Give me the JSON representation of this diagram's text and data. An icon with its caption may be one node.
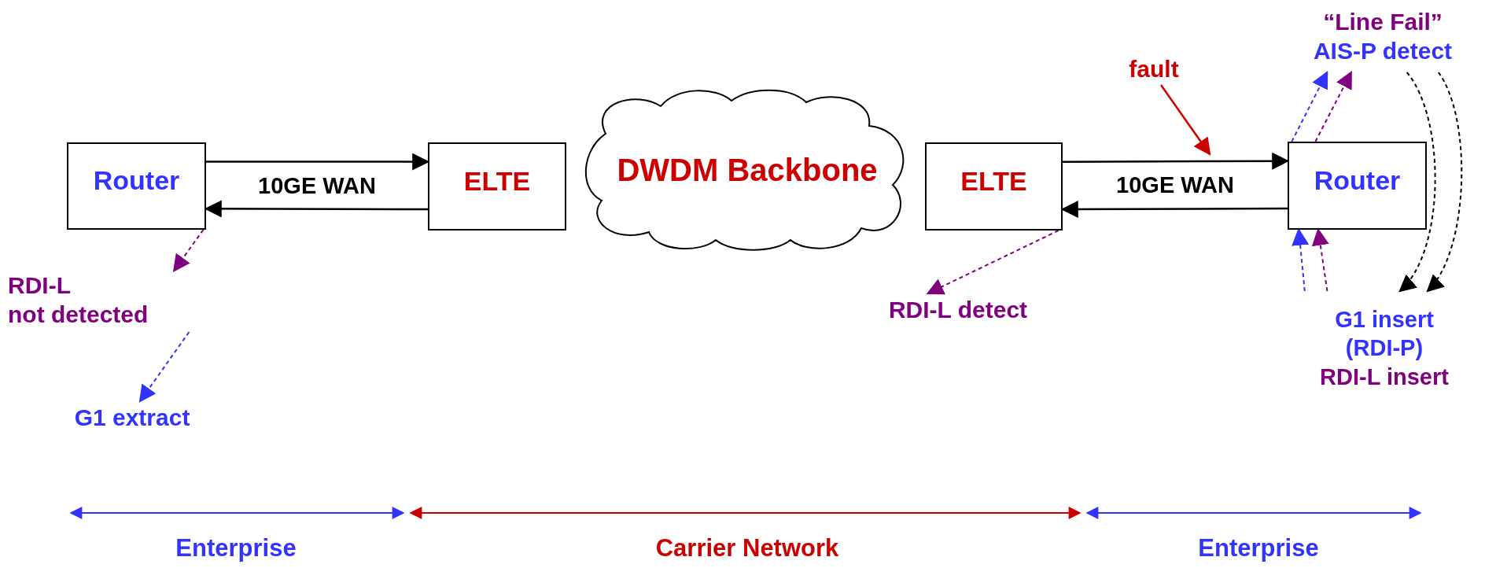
{
  "diagram": {
    "nodes": [
      {
        "text": [
          "Router"
        ]
      },
      {
        "text": [
          "ELTE"
        ]
      },
      {
        "text": [
          "DWDM Backbone"
        ]
      },
      {
        "text": [
          "ELTE"
        ]
      },
      {
        "text": [
          "Router"
        ]
      },
      {
        "text": [
          "fault"
        ]
      },
      {
        "text": [
          "RDI-L",
          "not detected"
        ]
      },
      {
        "text": [
          "G1 extract"
        ]
      },
      {
        "text": [
          "RDI-L detect"
        ]
      },
      {
        "text": [
          "“Line Fail”",
          "AIS-P detect"
        ]
      },
      {
        "text": [
          "G1 insert (RDI-P)",
          "RDI-L insert"
        ]
      }
    ],
    "edges": [
      {
        "from": 0,
        "to": 1,
        "arrow": "to",
        "label": "10GE WAN"
      },
      {
        "from": 1,
        "to": 0,
        "arrow": "to"
      },
      {
        "from": 3,
        "to": 4,
        "arrow": "to",
        "label": "10GE WAN"
      },
      {
        "from": 4,
        "to": 3,
        "arrow": "to"
      },
      {
        "from": 5,
        "to": null,
        "arrow": "to",
        "color": "#cc0000"
      },
      {
        "from": 0,
        "to": 6,
        "arrow": "to",
        "style": "dashed",
        "color": "#800080"
      },
      {
        "from": 6,
        "to": 7,
        "arrow": "to",
        "style": "dashed",
        "color": "#3333ff"
      },
      {
        "from": 3,
        "to": 8,
        "arrow": "to",
        "style": "dashed",
        "color": "#800080"
      },
      {
        "from": 4,
        "to": 9,
        "arrow": "to",
        "style": "dashed",
        "color": "#3333ff"
      },
      {
        "from": 4,
        "to": 9,
        "arrow": "to",
        "style": "dashed",
        "color": "#800080"
      },
      {
        "from": 10,
        "to": 4,
        "arrow": "to",
        "style": "dashed",
        "color": "#3333ff"
      },
      {
        "from": 10,
        "to": 4,
        "arrow": "to",
        "style": "dashed",
        "color": "#800080"
      },
      {
        "from": 9,
        "to": 10,
        "arrow": "to",
        "style": "dashed"
      },
      {
        "from": 9,
        "to": 10,
        "arrow": "to",
        "style": "dashed"
      }
    ],
    "labels": [
      "Enterprise",
      "Carrier Network",
      "Enterprise"
    ]
  }
}
